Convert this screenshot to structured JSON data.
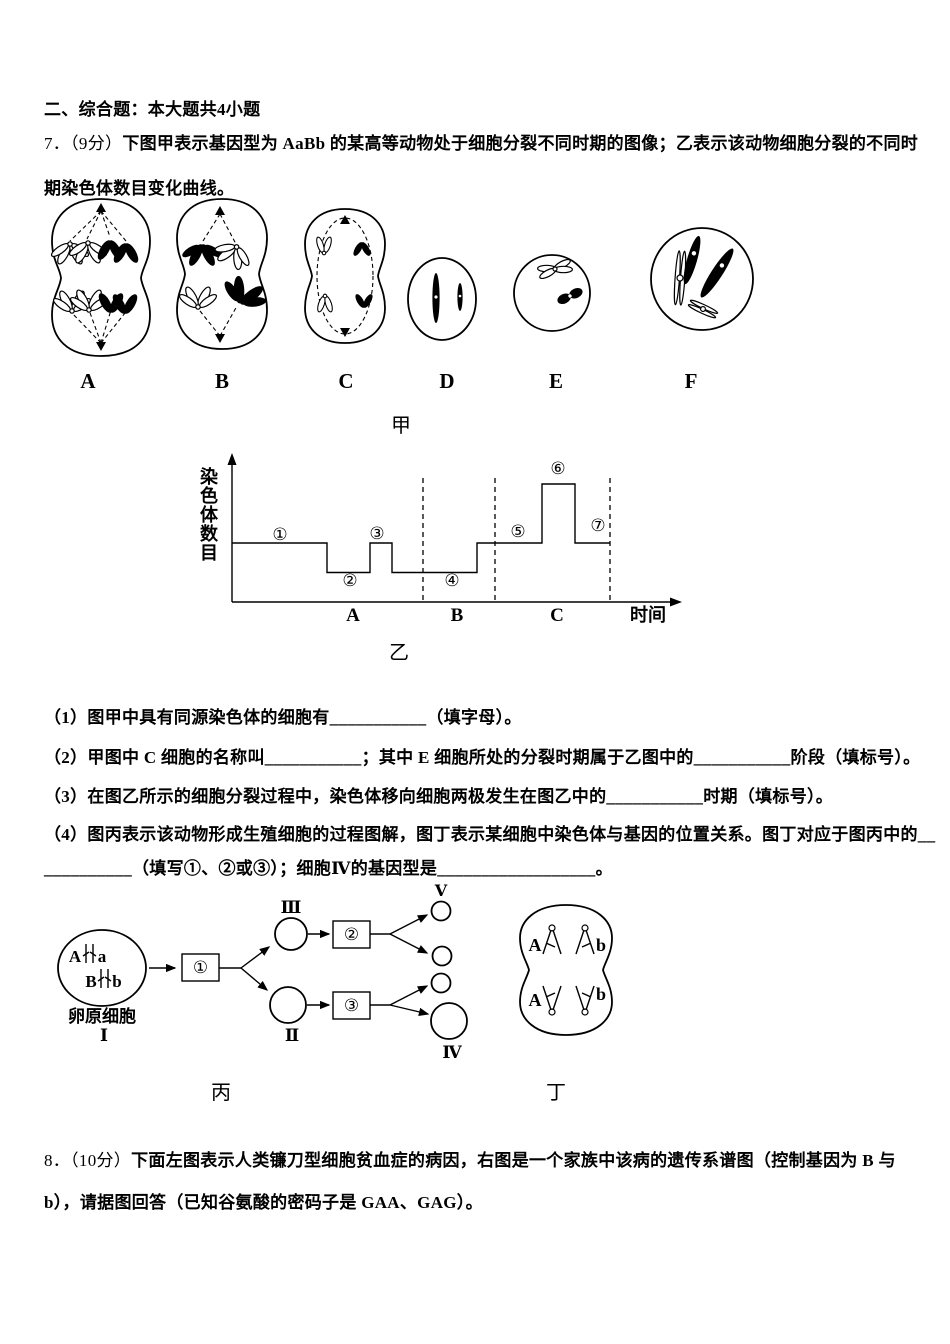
{
  "section": {
    "title": "二、综合题：本大题共4小题"
  },
  "q7": {
    "prefix": "7．（9分）",
    "stem_line1": "下图甲表示基因型为 AaBb 的某高等动物处于细胞分裂不同时期的图像；乙表示该动物细胞分裂的不同时",
    "stem_line2": "期染色体数目变化曲线。",
    "sub1": "（1）图甲中具有同源染色体的细胞有___________（填字母）。",
    "sub2": "（2）甲图中 C 细胞的名称叫___________；其中 E 细胞所处的分裂时期属于乙图中的___________阶段（填标号）。",
    "sub3": "（3）在图乙所示的细胞分裂过程中，染色体移向细胞两极发生在图乙中的___________时期（填标号）。",
    "sub4_line1": "（4）图丙表示该动物形成生殖细胞的过程图解，图丁表示某细胞中染色体与基因的位置关系。图丁对应于图丙中的__",
    "sub4_line2": "__________（填写①、②或③）；细胞Ⅳ的基因型是__________________。"
  },
  "fig_jia": {
    "caption": "甲",
    "cell_labels": [
      "A",
      "B",
      "C",
      "D",
      "E",
      "F"
    ]
  },
  "fig_yi": {
    "caption": "乙",
    "y_axis_label": "染色体数目",
    "x_axis_label": "时间",
    "phase_labels": [
      "A",
      "B",
      "C"
    ],
    "segment_labels": [
      "①",
      "②",
      "③",
      "④",
      "⑤",
      "⑥",
      "⑦"
    ]
  },
  "fig_bing": {
    "caption": "丙",
    "source_cell_label": "卵原细胞",
    "gene_top_left": "A",
    "gene_top_right": "a",
    "gene_bottom_left": "B",
    "gene_bottom_right": "b",
    "box_labels": [
      "①",
      "②",
      "③"
    ],
    "cell_numerals": {
      "c1": "Ⅰ",
      "c2": "Ⅱ",
      "c3": "Ⅲ",
      "c4": "Ⅳ",
      "c5": "Ⅴ"
    }
  },
  "fig_ding": {
    "caption": "丁",
    "top_left_gene": "A",
    "top_right_gene": "b",
    "bottom_left_gene": "A",
    "bottom_right_gene": "b"
  },
  "q8": {
    "prefix": "8．（10分）",
    "stem_line1": "下面左图表示人类镰刀型细胞贫血症的病因，右图是一个家族中该病的遗传系谱图（控制基因为 B 与",
    "stem_line2": "b），请据图回答（已知谷氨酸的密码子是 GAA、GAG）。"
  },
  "chart_data": {
    "type": "line",
    "subtype": "step",
    "title": "乙",
    "xlabel": "时间",
    "ylabel": "染色体数目",
    "phases": [
      "A",
      "B",
      "C"
    ],
    "segments": [
      {
        "label": "①",
        "phase": "A",
        "level": 2,
        "t": [
          0,
          9.5
        ]
      },
      {
        "label": "②",
        "phase": "A",
        "level": 1,
        "t": [
          9.5,
          13.8
        ]
      },
      {
        "label": "③",
        "phase": "A",
        "level": 2,
        "t": [
          13.8,
          16
        ]
      },
      {
        "label": "④",
        "phase": "B",
        "level": 1,
        "t": [
          16,
          24.5
        ]
      },
      {
        "label": "⑤",
        "phase": "C",
        "level": 2,
        "t": [
          24.5,
          31
        ]
      },
      {
        "label": "⑥",
        "phase": "C",
        "level": 4,
        "t": [
          31,
          34.3
        ]
      },
      {
        "label": "⑦",
        "phase": "C",
        "level": 2,
        "t": [
          34.3,
          37.8
        ]
      }
    ],
    "grid": false,
    "legend": false
  }
}
